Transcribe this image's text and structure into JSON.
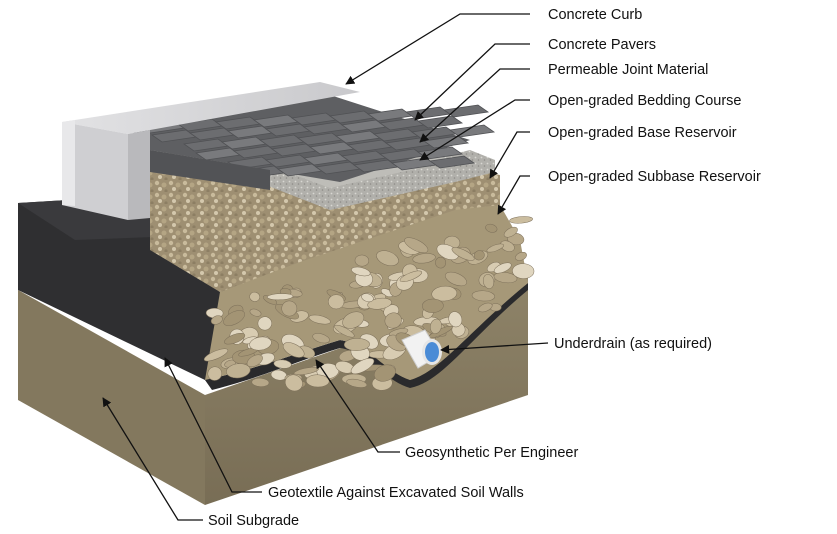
{
  "labels": {
    "concrete_curb": "Concrete Curb",
    "concrete_pavers": "Concrete Pavers",
    "permeable_joint": "Permeable Joint Material",
    "bedding_course": "Open-graded Bedding Course",
    "base_reservoir": "Open-graded Base Reservoir",
    "subbase_reservoir": "Open-graded Subbase Reservoir",
    "underdrain": "Underdrain (as required)",
    "geosynthetic": "Geosynthetic Per Engineer",
    "geotextile": "Geotextile Against Excavated Soil Walls",
    "soil_subgrade": "Soil Subgrade"
  },
  "colors": {
    "soil": "#8a7e63",
    "soil_dark": "#6f6450",
    "liner": "#2e2e30",
    "gravel": "#b8a98a",
    "stone": "#c8bb9f",
    "paver": "#6e6f72",
    "curb": "#d6d6d8",
    "bedding": "#a8a7a2",
    "underdrain": "#4a8bd6"
  }
}
